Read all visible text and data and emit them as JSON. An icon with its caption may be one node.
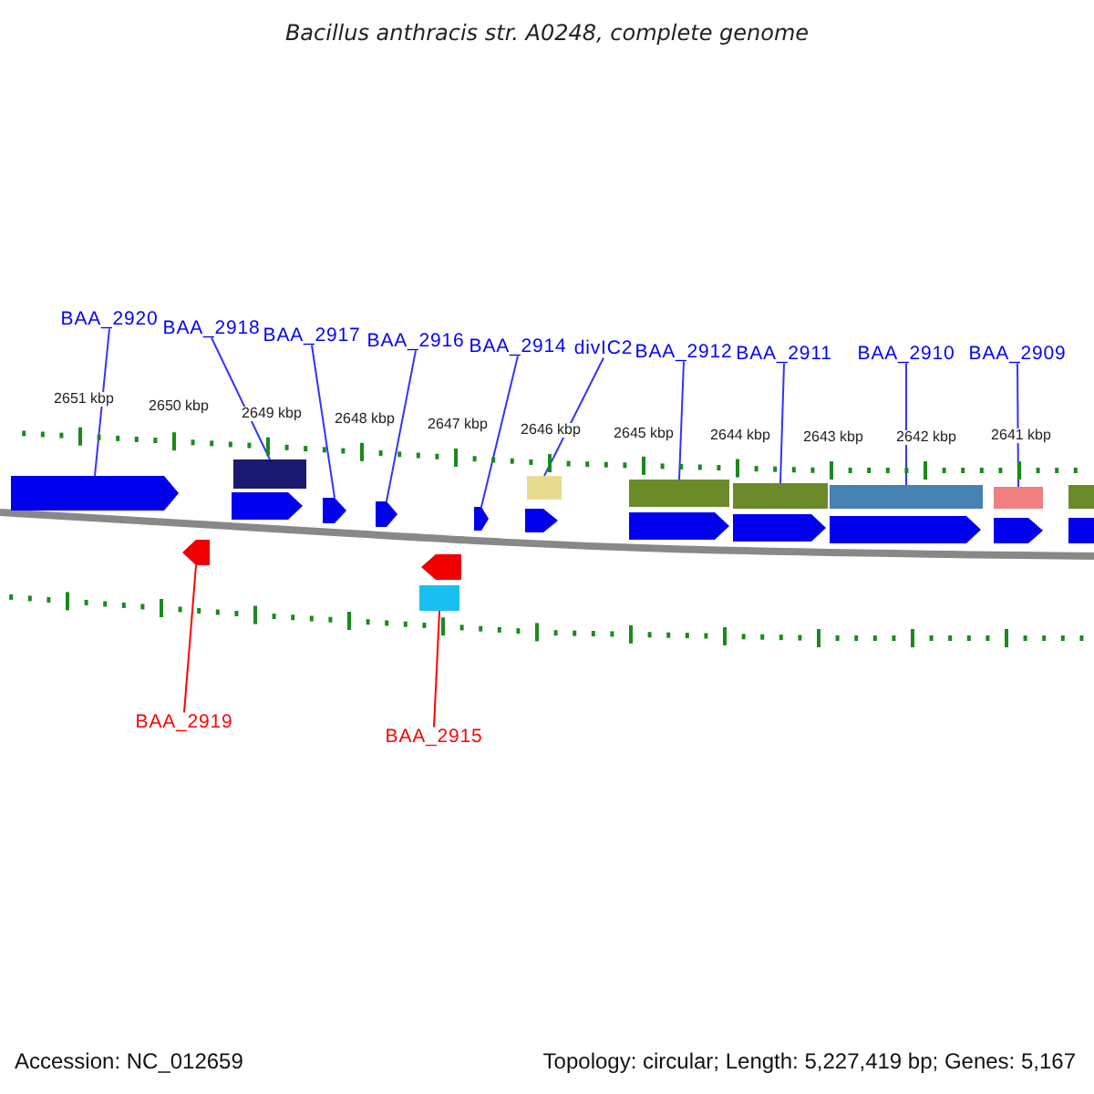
{
  "diagram": {
    "title": "Bacillus anthracis str. A0248, complete genome",
    "nodes": [
      {
        "text": [
          "BAA_2920"
        ]
      },
      {
        "text": [
          "BAA_2918"
        ]
      },
      {
        "text": [
          "BAA_2917"
        ]
      },
      {
        "text": [
          "BAA_2916"
        ]
      },
      {
        "text": [
          "BAA_2914"
        ]
      },
      {
        "text": [
          "divIC2"
        ]
      },
      {
        "text": [
          "BAA_2912"
        ]
      },
      {
        "text": [
          "BAA_2911"
        ]
      },
      {
        "text": [
          "BAA_2910"
        ]
      },
      {
        "text": [
          "BAA_2909"
        ]
      },
      {
        "text": [
          "BAA_2919"
        ]
      },
      {
        "text": [
          "BAA_2915"
        ]
      },
      {
        "text": [],
        "shape": "pentagon"
      },
      {
        "text": [],
        "shape": "pentagon"
      },
      {
        "text": [],
        "shape": "box"
      },
      {
        "text": [],
        "shape": "pentagon"
      },
      {
        "text": [],
        "shape": "pentagon"
      },
      {
        "text": [],
        "shape": "pentagon"
      },
      {
        "text": [],
        "shape": "pentagon"
      },
      {
        "text": [],
        "shape": "box"
      },
      {
        "text": [],
        "shape": "pentagon"
      },
      {
        "text": [],
        "shape": "box"
      },
      {
        "text": [],
        "shape": "pentagon"
      },
      {
        "text": [],
        "shape": "box"
      },
      {
        "text": [],
        "shape": "pentagon"
      },
      {
        "text": [],
        "shape": "box"
      },
      {
        "text": [],
        "shape": "pentagon"
      },
      {
        "text": [],
        "shape": "box"
      },
      {
        "text": [],
        "shape": "pentagon"
      },
      {
        "text": [],
        "shape": "box"
      },
      {
        "text": [],
        "shape": "pentagon"
      },
      {
        "text": [],
        "shape": "box"
      },
      {
        "text": [],
        "shape": "box"
      }
    ],
    "edges": [
      {
        "from": 0,
        "to": 12,
        "arrow": "none"
      },
      {
        "from": 1,
        "to": 14,
        "arrow": "none"
      },
      {
        "from": 2,
        "to": 16,
        "arrow": "none"
      },
      {
        "from": 3,
        "to": 17,
        "arrow": "none"
      },
      {
        "from": 4,
        "to": 20,
        "arrow": "none"
      },
      {
        "from": 5,
        "to": 21,
        "arrow": "none"
      },
      {
        "from": 6,
        "to": 23,
        "arrow": "none"
      },
      {
        "from": 7,
        "to": 25,
        "arrow": "none"
      },
      {
        "from": 8,
        "to": 27,
        "arrow": "none"
      },
      {
        "from": 9,
        "to": 29,
        "arrow": "none"
      },
      {
        "from": 10,
        "to": 13,
        "arrow": "none",
        "color": "#ff0000"
      },
      {
        "from": 11,
        "to": 19,
        "arrow": "none",
        "color": "#ff0000"
      }
    ],
    "labels": [
      "2651 kbp",
      "2650 kbp",
      "2649 kbp",
      "2648 kbp",
      "2647 kbp",
      "2646 kbp",
      "2645 kbp",
      "2644 kbp",
      "2643 kbp",
      "2642 kbp",
      "2641 kbp",
      "Accession: NC_012659",
      "Topology: circular; Length: 5,227,419 bp; Genes: 5,167"
    ]
  }
}
